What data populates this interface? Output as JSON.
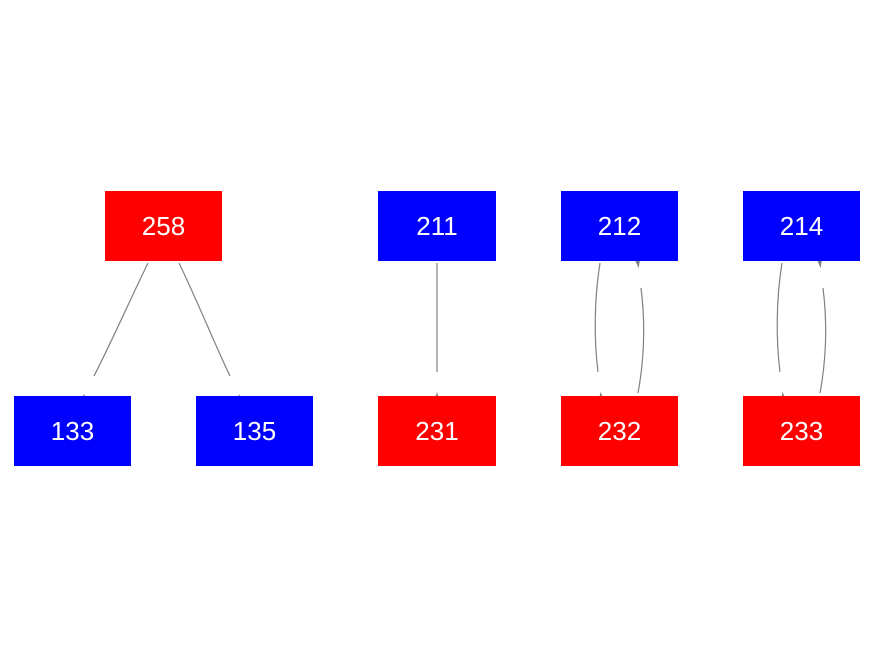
{
  "colors": {
    "red_node": "#ff0000",
    "blue_node": "#0000ff",
    "label": "#ffffff",
    "edge": "#808080",
    "background": "#ffffff"
  },
  "nodes": [
    {
      "id": "258",
      "label": "258",
      "color": "red"
    },
    {
      "id": "133",
      "label": "133",
      "color": "blue"
    },
    {
      "id": "135",
      "label": "135",
      "color": "blue"
    },
    {
      "id": "211",
      "label": "211",
      "color": "blue"
    },
    {
      "id": "231",
      "label": "231",
      "color": "red"
    },
    {
      "id": "212",
      "label": "212",
      "color": "blue"
    },
    {
      "id": "232",
      "label": "232",
      "color": "red"
    },
    {
      "id": "214",
      "label": "214",
      "color": "blue"
    },
    {
      "id": "233",
      "label": "233",
      "color": "red"
    }
  ],
  "edges": [
    {
      "from": "258",
      "to": "133"
    },
    {
      "from": "258",
      "to": "135"
    },
    {
      "from": "211",
      "to": "231"
    },
    {
      "from": "212",
      "to": "232"
    },
    {
      "from": "232",
      "to": "212"
    },
    {
      "from": "214",
      "to": "233"
    },
    {
      "from": "233",
      "to": "214"
    }
  ]
}
